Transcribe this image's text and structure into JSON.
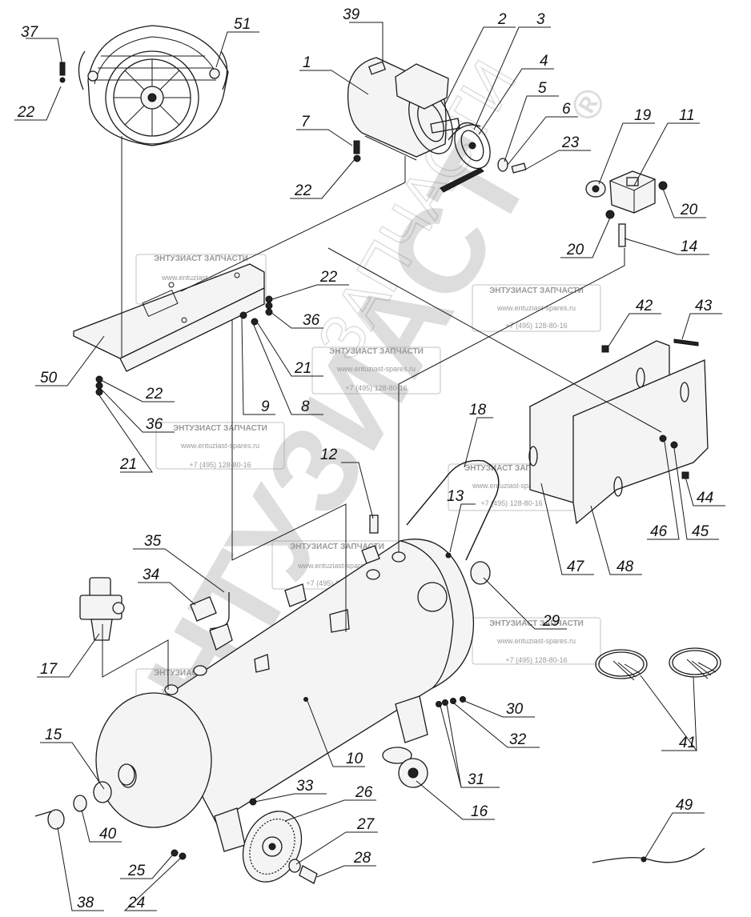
{
  "callouts": [
    "1",
    "2",
    "3",
    "4",
    "5",
    "6",
    "7",
    "8",
    "9",
    "10",
    "11",
    "12",
    "13",
    "14",
    "15",
    "16",
    "17",
    "18",
    "19",
    "20",
    "20",
    "21",
    "21",
    "22",
    "22",
    "22",
    "22",
    "23",
    "24",
    "25",
    "26",
    "27",
    "28",
    "29",
    "30",
    "31",
    "32",
    "33",
    "34",
    "35",
    "36",
    "36",
    "37",
    "38",
    "39",
    "40",
    "41",
    "42",
    "43",
    "44",
    "45",
    "46",
    "47",
    "48",
    "49",
    "50",
    "51"
  ],
  "watermark": {
    "big": "ЭНТУЗИАСТ",
    "small": "ЗАПЧАСТИ",
    "registered": "®",
    "stamp_title": "ЭНТУЗИАСТ ЗАПЧАСТИ",
    "stamp_url": "www.entuziast-spares.ru",
    "stamp_phone": "+7 (495) 128-80-16"
  }
}
